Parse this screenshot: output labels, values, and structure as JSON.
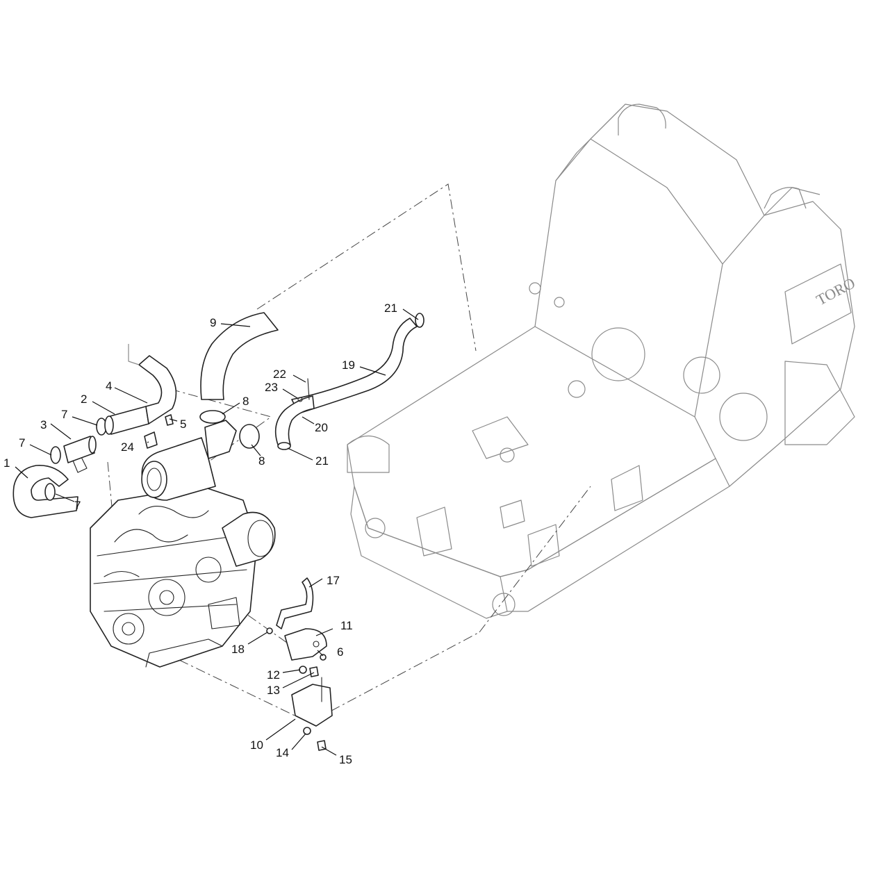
{
  "diagram": {
    "colors": {
      "ink": "#111111",
      "ghost": "#8a8a8a",
      "background": "#ffffff"
    },
    "brand": "TORO",
    "callouts": [
      "1",
      "2",
      "3",
      "4",
      "5",
      "6",
      "7",
      "8",
      "9",
      "10",
      "11",
      "12",
      "13",
      "14",
      "15",
      "17",
      "18",
      "19",
      "20",
      "21",
      "22",
      "23",
      "24"
    ],
    "callout_7": "7",
    "callout_8": "8",
    "callout_21": "21"
  }
}
